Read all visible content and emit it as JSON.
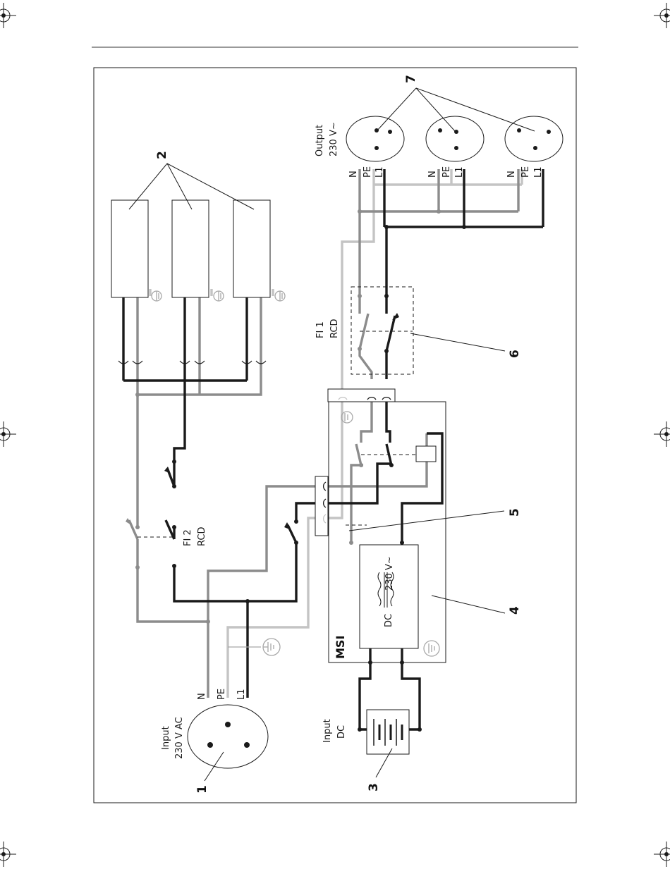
{
  "diagram": {
    "callouts": [
      "1",
      "2",
      "3",
      "4",
      "5",
      "6",
      "7"
    ],
    "input_ac": {
      "line1": "Input",
      "line2": "230 V AC",
      "wires": [
        "N",
        "PE",
        "L1"
      ]
    },
    "input_dc": {
      "line1": "Input",
      "line2": "DC"
    },
    "output": {
      "line1": "Output",
      "line2": "230 V~",
      "wires": [
        "N",
        "PE",
        "L1"
      ]
    },
    "fi1": {
      "line1": "FI 1",
      "line2": "RCD"
    },
    "fi2": {
      "line1": "FI 2",
      "line2": "RCD"
    },
    "msi": {
      "label": "MSI",
      "dc": "DC",
      "ac": "230 V~"
    },
    "colors": {
      "L1": "#1a1a1a",
      "N": "#8c8c8c",
      "PE": "#c4c4c4"
    }
  }
}
